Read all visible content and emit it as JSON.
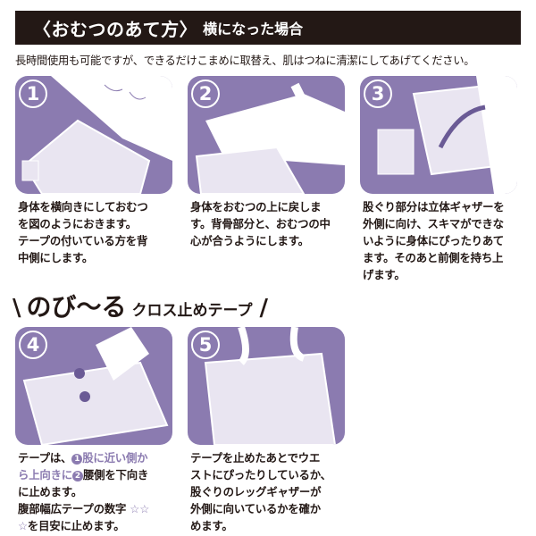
{
  "header": {
    "title": "〈おむつのあて方〉",
    "subtitle": "横になった場合"
  },
  "intro": "長時間使用も可能ですが、できるだけこまめに取替え、肌はつねに清潔にしてあげてください。",
  "colors": {
    "accent": "#8b7bb0",
    "header_bg": "#231815",
    "text": "#231815"
  },
  "steps": [
    {
      "number": "1",
      "lines": [
        "身体を横向きにしておむつ",
        "を図のようにおきます。",
        "テープの付いている方を背",
        "中側にします。"
      ]
    },
    {
      "number": "2",
      "lines": [
        "身体をおむつの上に戻しま",
        "す。背骨部分と、おむつの中",
        "心が合うようにします。"
      ]
    },
    {
      "number": "3",
      "lines": [
        "股ぐり部分は立体ギャザーを",
        "外側に向け、スキマができな",
        "いように身体にぴったりあて",
        "ます。そのあと前側を持ち上",
        "げます。"
      ]
    },
    {
      "number": "4",
      "parts": {
        "a": "テープは、",
        "n1": "1",
        "b": "股に近い側か",
        "c": "ら上向きに",
        "n2": "2",
        "d": "腰側を下向き",
        "e": "に止めます。",
        "f": "腹部幅広テープの数字",
        "g": "を目安に止めます。"
      }
    },
    {
      "number": "5",
      "lines": [
        "テープを止めたあとでウエ",
        "ストにぴったりしているか、",
        "股ぐりのレッグギャザーが",
        "外側に向いているかを確か",
        "めます。"
      ]
    }
  ],
  "section2": {
    "left_slash": "\\",
    "main": "のび〜る",
    "sub": "クロス止めテープ",
    "right_slash": "/"
  }
}
